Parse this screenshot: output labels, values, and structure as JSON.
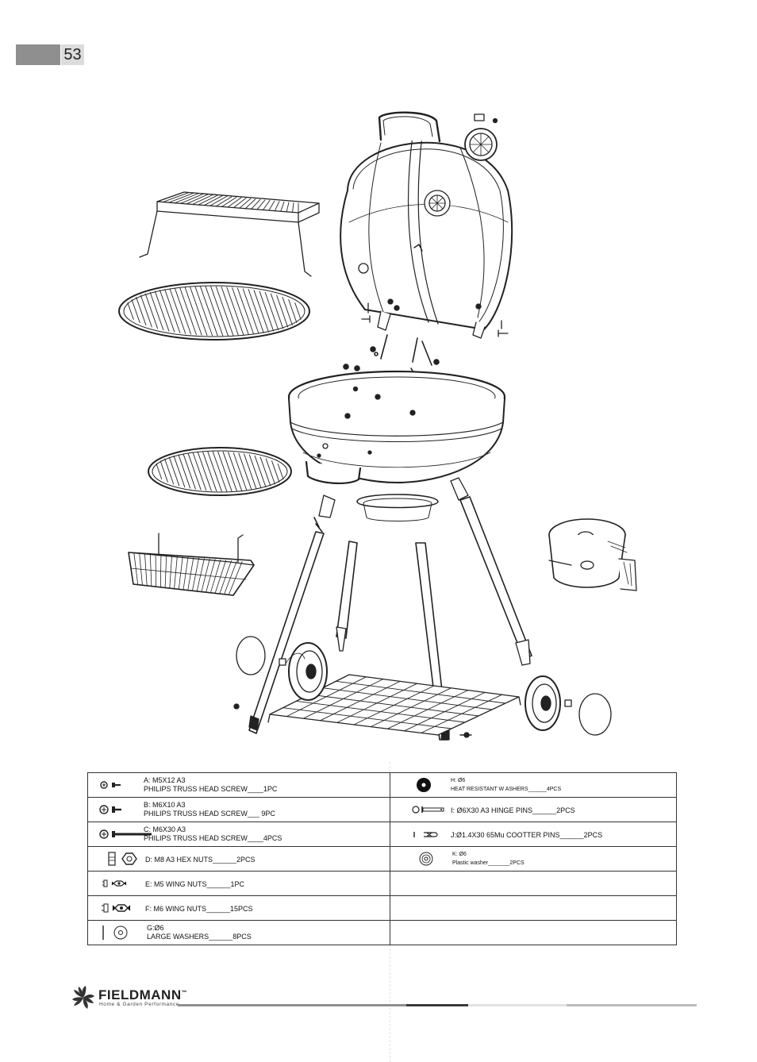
{
  "page_number": "53",
  "parts": {
    "left": [
      {
        "line1": "A:  M5X12   A3",
        "line2": "PHILIPS   TRUSS   HEAD   SCREW____1PC",
        "icon": "truss-screw-small-icon"
      },
      {
        "line1": "B:  M6X10   A3",
        "line2": "PHILIPS   TRUSS   HEAD   SCREW___  9PC",
        "icon": "truss-screw-medium-icon"
      },
      {
        "line1": "C:  M6X30   A3",
        "line2": "PHILIPS   TRUSS   HEAD   SCREW____4PCS",
        "icon": "truss-screw-long-icon"
      },
      {
        "line1": "D:  M8  A3    HEX   NUTS______2PCS",
        "line2": "",
        "icon": "hex-nut-icon"
      },
      {
        "line1": "E:  M5    WING   NUTS______1PC",
        "line2": "",
        "icon": "wing-nut-small-icon"
      },
      {
        "line1": "F:  M6    WING   NUTS______15PCS",
        "line2": "",
        "icon": "wing-nut-icon"
      },
      {
        "line1": "G:Ø6",
        "line2": "LARGE     WASHERS______8PCS",
        "icon": "large-washer-icon"
      }
    ],
    "right": [
      {
        "line1": "H: Ø6",
        "line2": "HEAT    RESISTANT   W ASHERS______4PCS",
        "icon": "heat-resistant-washer-icon"
      },
      {
        "line1": "I:   Ø6X30  A3    HINGE   PINS______2PCS",
        "line2": "",
        "icon": "hinge-pin-icon"
      },
      {
        "line1": "J:Ø1.4X30   65Mu  COOTTER   PINS______2PCS",
        "line2": "",
        "icon": "cotter-pin-icon"
      },
      {
        "line1": "K: Ø6",
        "line2": "Plastic washer_______2PCS",
        "icon": "plastic-washer-icon"
      },
      {
        "line1": "",
        "line2": "",
        "icon": ""
      },
      {
        "line1": "",
        "line2": "",
        "icon": ""
      },
      {
        "line1": "",
        "line2": "",
        "icon": ""
      }
    ]
  },
  "brand": {
    "name": "FIELDMANN",
    "tagline": "Home & Garden Performance",
    "mark": "™"
  }
}
